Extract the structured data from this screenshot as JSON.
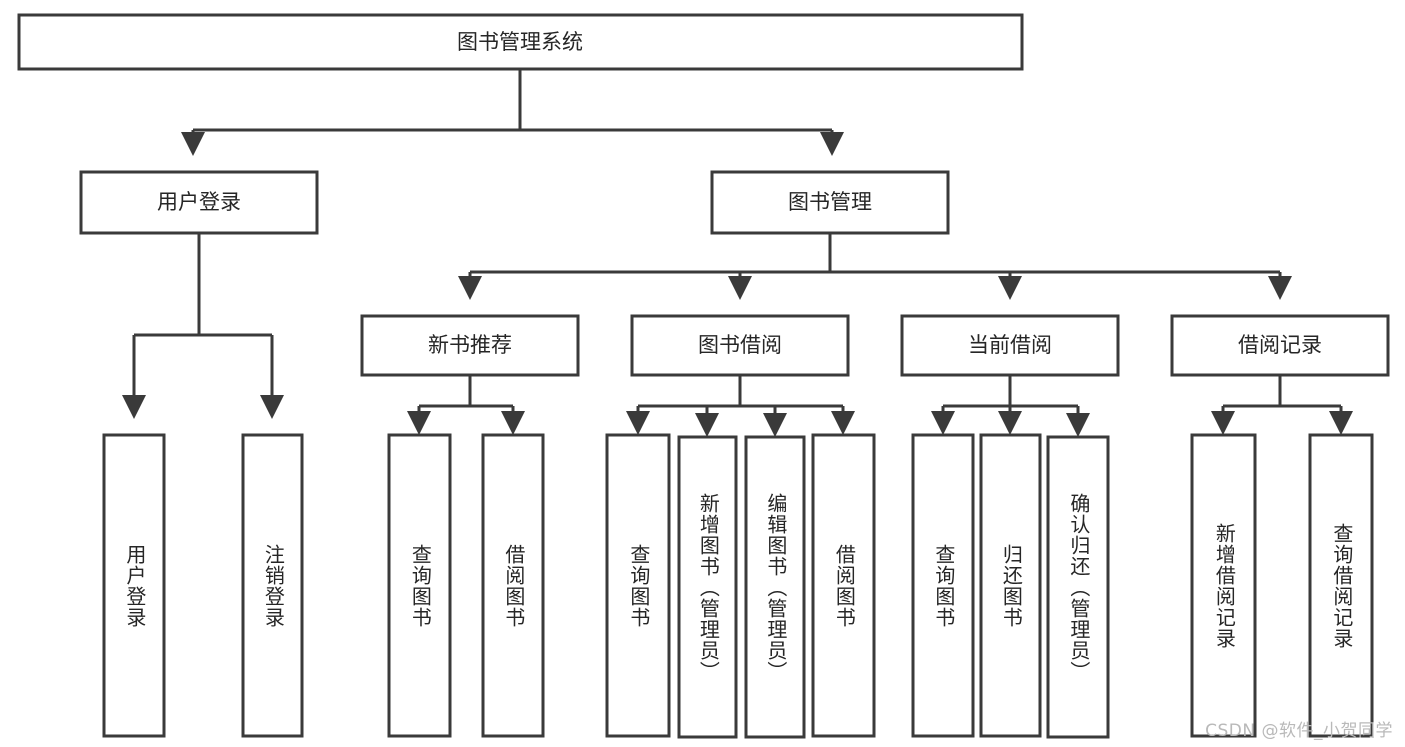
{
  "diagram": {
    "title": "图书管理系统",
    "type": "hierarchy-tree",
    "watermark": "CSDN @软件_小贺同学",
    "colors": {
      "stroke": "#3a3a3a",
      "fill": "#ffffff",
      "text": "#262626",
      "watermark": "#b9b9b9"
    },
    "root": {
      "label": "图书管理系统"
    },
    "level2": [
      {
        "id": "user-login",
        "label": "用户登录"
      },
      {
        "id": "book-management",
        "label": "图书管理"
      }
    ],
    "level3": [
      {
        "id": "new-book-recommend",
        "label": "新书推荐",
        "parent": "book-management"
      },
      {
        "id": "book-borrow",
        "label": "图书借阅",
        "parent": "book-management"
      },
      {
        "id": "current-borrow",
        "label": "当前借阅",
        "parent": "book-management"
      },
      {
        "id": "borrow-record",
        "label": "借阅记录",
        "parent": "book-management"
      }
    ],
    "leaves": {
      "user_login": [
        {
          "id": "leaf-user-login",
          "label": "用户登录"
        },
        {
          "id": "leaf-logout",
          "label": "注销登录"
        }
      ],
      "new_book_recommend": [
        {
          "id": "leaf-query-book-1",
          "label": "查询图书"
        },
        {
          "id": "leaf-borrow-book-1",
          "label": "借阅图书"
        }
      ],
      "book_borrow": [
        {
          "id": "leaf-query-book-2",
          "label": "查询图书"
        },
        {
          "id": "leaf-add-book",
          "label": "新增图书（管理员）"
        },
        {
          "id": "leaf-edit-book",
          "label": "编辑图书（管理员）"
        },
        {
          "id": "leaf-borrow-book-2",
          "label": "借阅图书"
        }
      ],
      "current_borrow": [
        {
          "id": "leaf-query-book-3",
          "label": "查询图书"
        },
        {
          "id": "leaf-return-book",
          "label": "归还图书"
        },
        {
          "id": "leaf-confirm-return",
          "label": "确认归还（管理员）"
        }
      ],
      "borrow_record": [
        {
          "id": "leaf-add-record",
          "label": "新增借阅记录"
        },
        {
          "id": "leaf-query-record",
          "label": "查询借阅记录"
        }
      ]
    }
  }
}
